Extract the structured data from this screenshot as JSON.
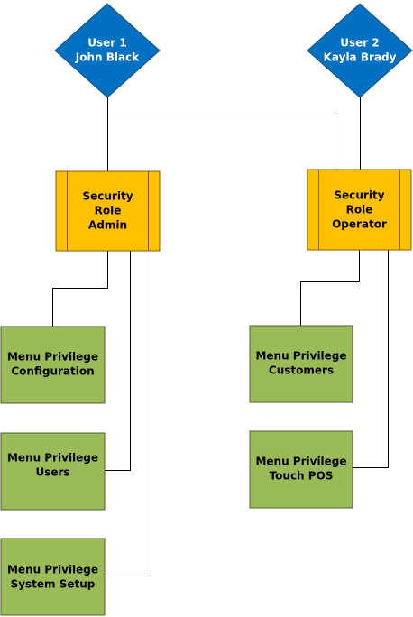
{
  "colors": {
    "user_fill": "#0070c0",
    "user_stroke": "#1f4e79",
    "role_fill": "#ffc000",
    "role_stroke": "#7f6000",
    "privilege_fill": "#9bbb59",
    "privilege_stroke": "#4e6128"
  },
  "users": [
    {
      "id": "user-1",
      "lines": [
        "User 1",
        "John Black"
      ]
    },
    {
      "id": "user-2",
      "lines": [
        "User 2",
        "Kayla Brady"
      ]
    }
  ],
  "roles": [
    {
      "id": "role-admin",
      "lines": [
        "Security",
        "Role",
        "Admin"
      ]
    },
    {
      "id": "role-operator",
      "lines": [
        "Security",
        "Role",
        "Operator"
      ]
    }
  ],
  "privileges": [
    {
      "id": "privilege-configuration",
      "lines": [
        "Menu Privilege",
        "Configuration"
      ]
    },
    {
      "id": "privilege-users",
      "lines": [
        "Menu Privilege",
        "Users"
      ]
    },
    {
      "id": "privilege-system-setup",
      "lines": [
        "Menu Privilege",
        "System Setup"
      ]
    },
    {
      "id": "privilege-customers",
      "lines": [
        "Menu Privilege",
        "Customers"
      ]
    },
    {
      "id": "privilege-touch-pos",
      "lines": [
        "Menu Privilege",
        "Touch POS"
      ]
    }
  ],
  "connections": [
    {
      "from": "user-1",
      "to": "role-admin"
    },
    {
      "from": "user-1",
      "to": "role-operator"
    },
    {
      "from": "user-2",
      "to": "role-operator"
    },
    {
      "from": "role-admin",
      "to": "privilege-configuration"
    },
    {
      "from": "role-admin",
      "to": "privilege-users"
    },
    {
      "from": "role-admin",
      "to": "privilege-system-setup"
    },
    {
      "from": "role-operator",
      "to": "privilege-customers"
    },
    {
      "from": "role-operator",
      "to": "privilege-touch-pos"
    }
  ]
}
